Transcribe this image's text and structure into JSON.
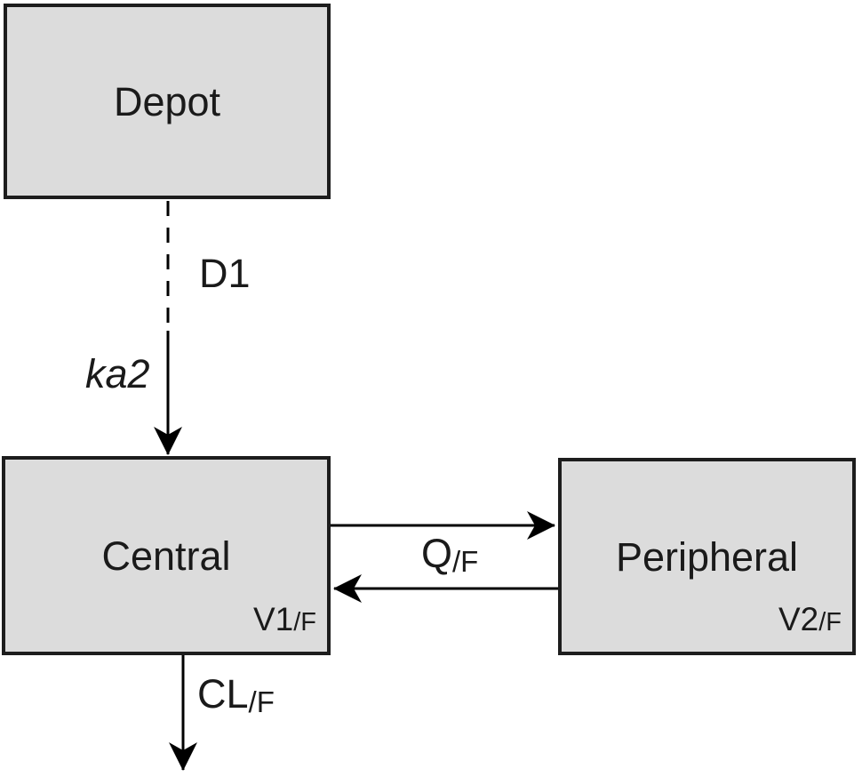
{
  "colors": {
    "background": "#ffffff",
    "compartment_fill": "#dcdcdc",
    "compartment_border": "#1d1d1d",
    "arrow": "#000000",
    "text": "#1a1a1a"
  },
  "compartments": {
    "depot": {
      "label": "Depot"
    },
    "central": {
      "label": "Central",
      "volume": "V1",
      "volume_suffix": "/F"
    },
    "peripheral": {
      "label": "Peripheral",
      "volume": "V2",
      "volume_suffix": "/F"
    }
  },
  "flows": {
    "dose": {
      "label": "D1",
      "style": "dashed"
    },
    "absorption": {
      "label": "ka2",
      "style": "solid-arrow"
    },
    "distribution": {
      "label": "Q",
      "label_suffix": "/F",
      "style": "double-arrow"
    },
    "elimination": {
      "label": "CL",
      "label_suffix": "/F",
      "style": "solid-arrow"
    }
  }
}
